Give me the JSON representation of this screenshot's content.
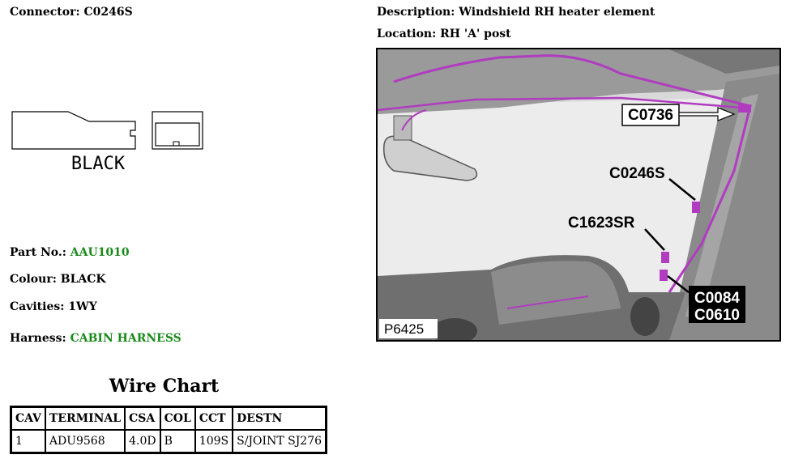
{
  "connector": {
    "label": "Connector:",
    "value": "C0246S"
  },
  "description": {
    "label": "Description:",
    "value": "Windshield RH heater element"
  },
  "location": {
    "label": "Location:",
    "value": "RH 'A' post"
  },
  "drawing_color_label": "BLACK",
  "part_no": {
    "label": "Part No.:",
    "value": "AAU1010"
  },
  "colour": {
    "label": "Colour:",
    "value": "BLACK"
  },
  "cavities": {
    "label": "Cavities:",
    "value": "1WY"
  },
  "harness": {
    "label": "Harness:",
    "value": "CABIN HARNESS"
  },
  "photo": {
    "ref": "P6425",
    "callouts": {
      "c0736": "C0736",
      "c0246s": "C0246S",
      "c1623sr": "C1623SR",
      "c0084": "C0084",
      "c0610": "C0610"
    }
  },
  "wire_chart": {
    "title": "Wire Chart",
    "headers": [
      "CAV",
      "TERMINAL",
      "CSA",
      "COL",
      "CCT",
      "DESTN"
    ],
    "rows": [
      [
        "1",
        "ADU9568",
        "4.0D",
        "B",
        "109S",
        "S/JOINT SJ276"
      ]
    ]
  },
  "colors": {
    "green": "#1a8a1a",
    "wire": "#b03cc0"
  }
}
